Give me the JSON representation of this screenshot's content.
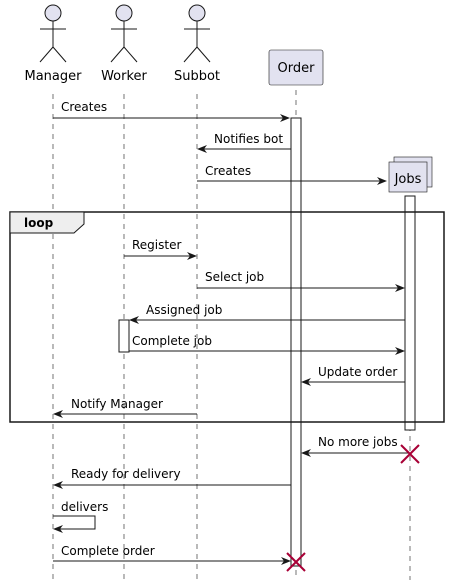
{
  "participants": [
    {
      "id": "manager",
      "label": "Manager",
      "kind": "actor"
    },
    {
      "id": "worker",
      "label": "Worker",
      "kind": "actor"
    },
    {
      "id": "subbot",
      "label": "Subbot",
      "kind": "actor"
    },
    {
      "id": "order",
      "label": "Order",
      "kind": "participant"
    },
    {
      "id": "jobs",
      "label": "Jobs",
      "kind": "collections"
    }
  ],
  "loop": {
    "label": "loop"
  },
  "messages": [
    {
      "id": "m1",
      "from": "manager",
      "to": "order",
      "label": "Creates"
    },
    {
      "id": "m2",
      "from": "order",
      "to": "subbot",
      "label": "Notifies bot"
    },
    {
      "id": "m3",
      "from": "subbot",
      "to": "jobs",
      "label": "Creates"
    },
    {
      "id": "m4",
      "from": "worker",
      "to": "subbot",
      "label": "Register"
    },
    {
      "id": "m5",
      "from": "subbot",
      "to": "jobs",
      "label": "Select job"
    },
    {
      "id": "m6",
      "from": "jobs",
      "to": "worker",
      "label": "Assigned job"
    },
    {
      "id": "m7",
      "from": "worker",
      "to": "jobs",
      "label": "Complete job"
    },
    {
      "id": "m8",
      "from": "jobs",
      "to": "order",
      "label": "Update order"
    },
    {
      "id": "m9",
      "from": "subbot",
      "to": "manager",
      "label": "Notify Manager"
    },
    {
      "id": "m10",
      "from": "jobs",
      "to": "order",
      "label": "No more jobs"
    },
    {
      "id": "m11",
      "from": "order",
      "to": "manager",
      "label": "Ready for delivery"
    },
    {
      "id": "m12",
      "from": "manager",
      "to": "manager",
      "label": "delivers"
    },
    {
      "id": "m13",
      "from": "manager",
      "to": "order",
      "label": "Complete order"
    }
  ],
  "colors": {
    "participant_fill": "#e2e2f0",
    "line": "#181818",
    "destroy": "#a80036"
  }
}
